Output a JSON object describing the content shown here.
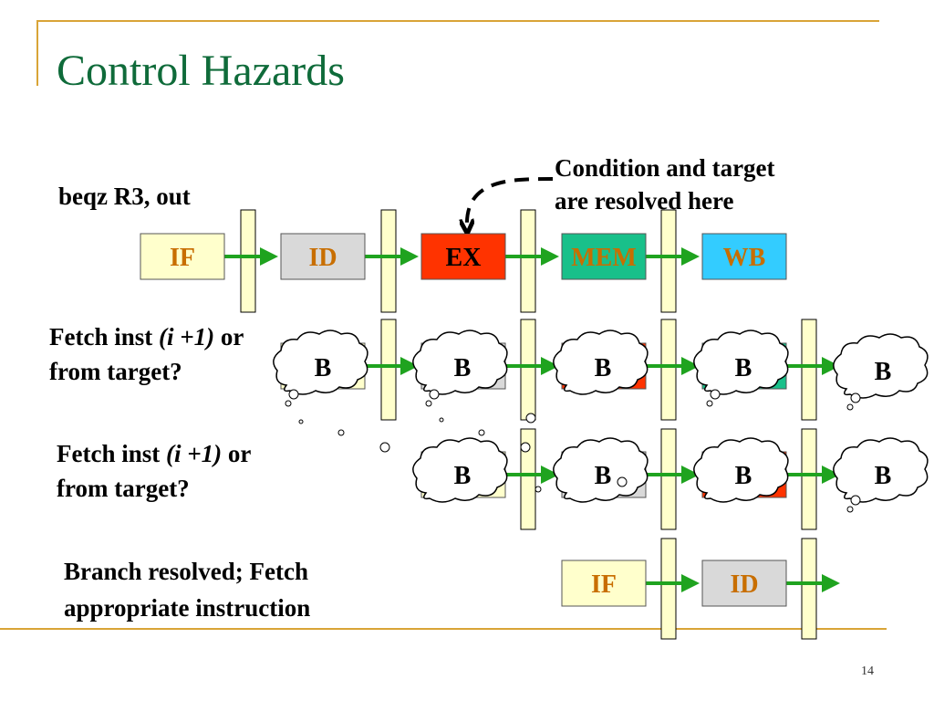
{
  "slide": {
    "title": "Control Hazards",
    "page_number": "14"
  },
  "labels": {
    "instruction": "beqz  R3, out",
    "note_line1": "Condition and target",
    "note_line2": "are resolved here",
    "fetch_a_pre": "Fetch  inst ",
    "fetch_a_ital": "(i +1)",
    "fetch_a_post": "  or",
    "fetch_a_line2": "from target?",
    "fetch_b_pre": "Fetch  inst ",
    "fetch_b_ital": "(i +1)",
    "fetch_b_post": "  or",
    "fetch_b_line2": "from target?",
    "resolved_line1": "Branch resolved; Fetch",
    "resolved_line2": "appropriate  instruction"
  },
  "pipeline_rows": [
    {
      "stages": [
        {
          "label": "IF",
          "fill": "#ffffcc",
          "text": "#c86e00"
        },
        {
          "label": "ID",
          "fill": "#d9d9d9",
          "text": "#c86e00"
        },
        {
          "label": "EX",
          "fill": "#ff3300",
          "text": "#000000"
        },
        {
          "label": "MEM",
          "fill": "#19c08a",
          "text": "#c86e00"
        },
        {
          "label": "WB",
          "fill": "#33ccff",
          "text": "#c86e00"
        }
      ]
    },
    {
      "stages": [
        {
          "label": "",
          "fill": "#ffffcc"
        },
        {
          "label": "",
          "fill": "#d9d9d9"
        },
        {
          "label": "",
          "fill": "#ff3300"
        },
        {
          "label": "",
          "fill": "#19c08a"
        }
      ]
    },
    {
      "stages": [
        {
          "label": "",
          "fill": "#ffffcc"
        },
        {
          "label": "",
          "fill": "#d9d9d9"
        },
        {
          "label": "",
          "fill": "#ff3300"
        }
      ]
    },
    {
      "stages": [
        {
          "label": "IF",
          "fill": "#ffffcc",
          "text": "#c86e00"
        },
        {
          "label": "ID",
          "fill": "#d9d9d9",
          "text": "#c86e00"
        }
      ]
    }
  ],
  "bubble_label": "B",
  "colors": {
    "accent_line": "#d9a437",
    "title": "#0f6b3a",
    "arrow": "#1fa31f",
    "latch": "#ffffcc"
  }
}
